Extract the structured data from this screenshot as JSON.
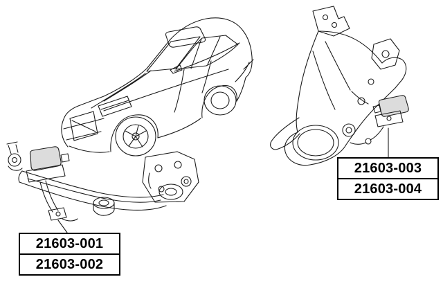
{
  "page": {
    "background": "#ffffff",
    "line_color": "#1c1c1c",
    "label_border_color": "#000000"
  },
  "labels": [
    {
      "position": "bottom-left",
      "lines": [
        "21603-001",
        "21603-002"
      ]
    },
    {
      "position": "right",
      "lines": [
        "21603-003",
        "21603-004"
      ]
    }
  ]
}
